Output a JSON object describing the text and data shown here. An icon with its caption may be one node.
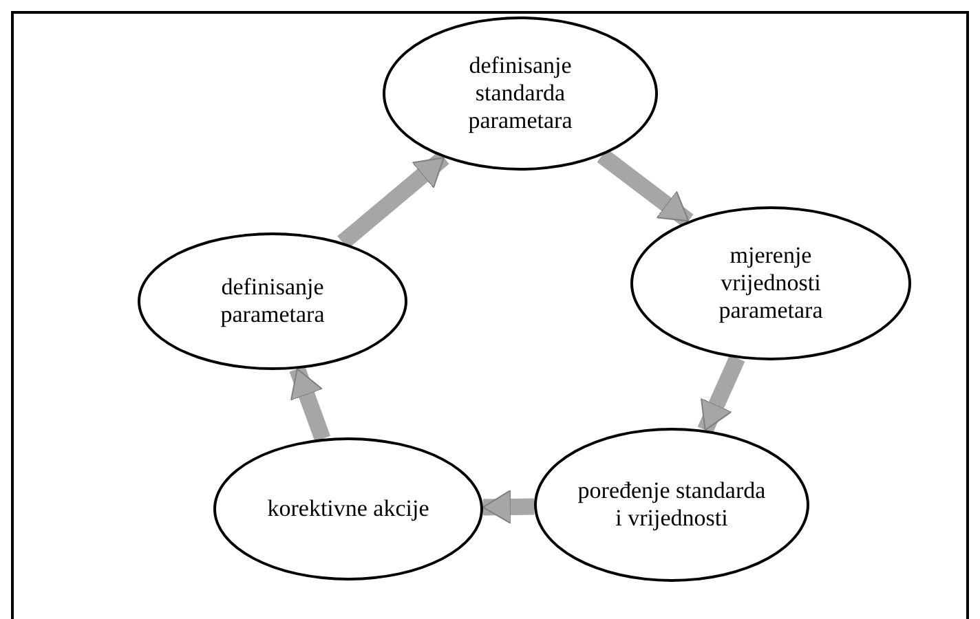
{
  "diagram": {
    "nodes": [
      {
        "text": [
          "definisanje standarda parametara"
        ]
      },
      {
        "text": [
          "mjerenje vrijednosti parametara"
        ]
      },
      {
        "text": [
          "poređenje standarda i vrijednosti"
        ]
      },
      {
        "text": [
          "korektivne akcije"
        ]
      },
      {
        "text": [
          "definisanje parametara"
        ]
      }
    ],
    "edges": [
      {
        "from": 0,
        "to": 1,
        "arrow": "to"
      },
      {
        "from": 1,
        "to": 2,
        "arrow": "to"
      },
      {
        "from": 2,
        "to": 3,
        "arrow": "to"
      },
      {
        "from": 3,
        "to": 4,
        "arrow": "to"
      },
      {
        "from": 4,
        "to": 0,
        "arrow": "to"
      }
    ]
  }
}
